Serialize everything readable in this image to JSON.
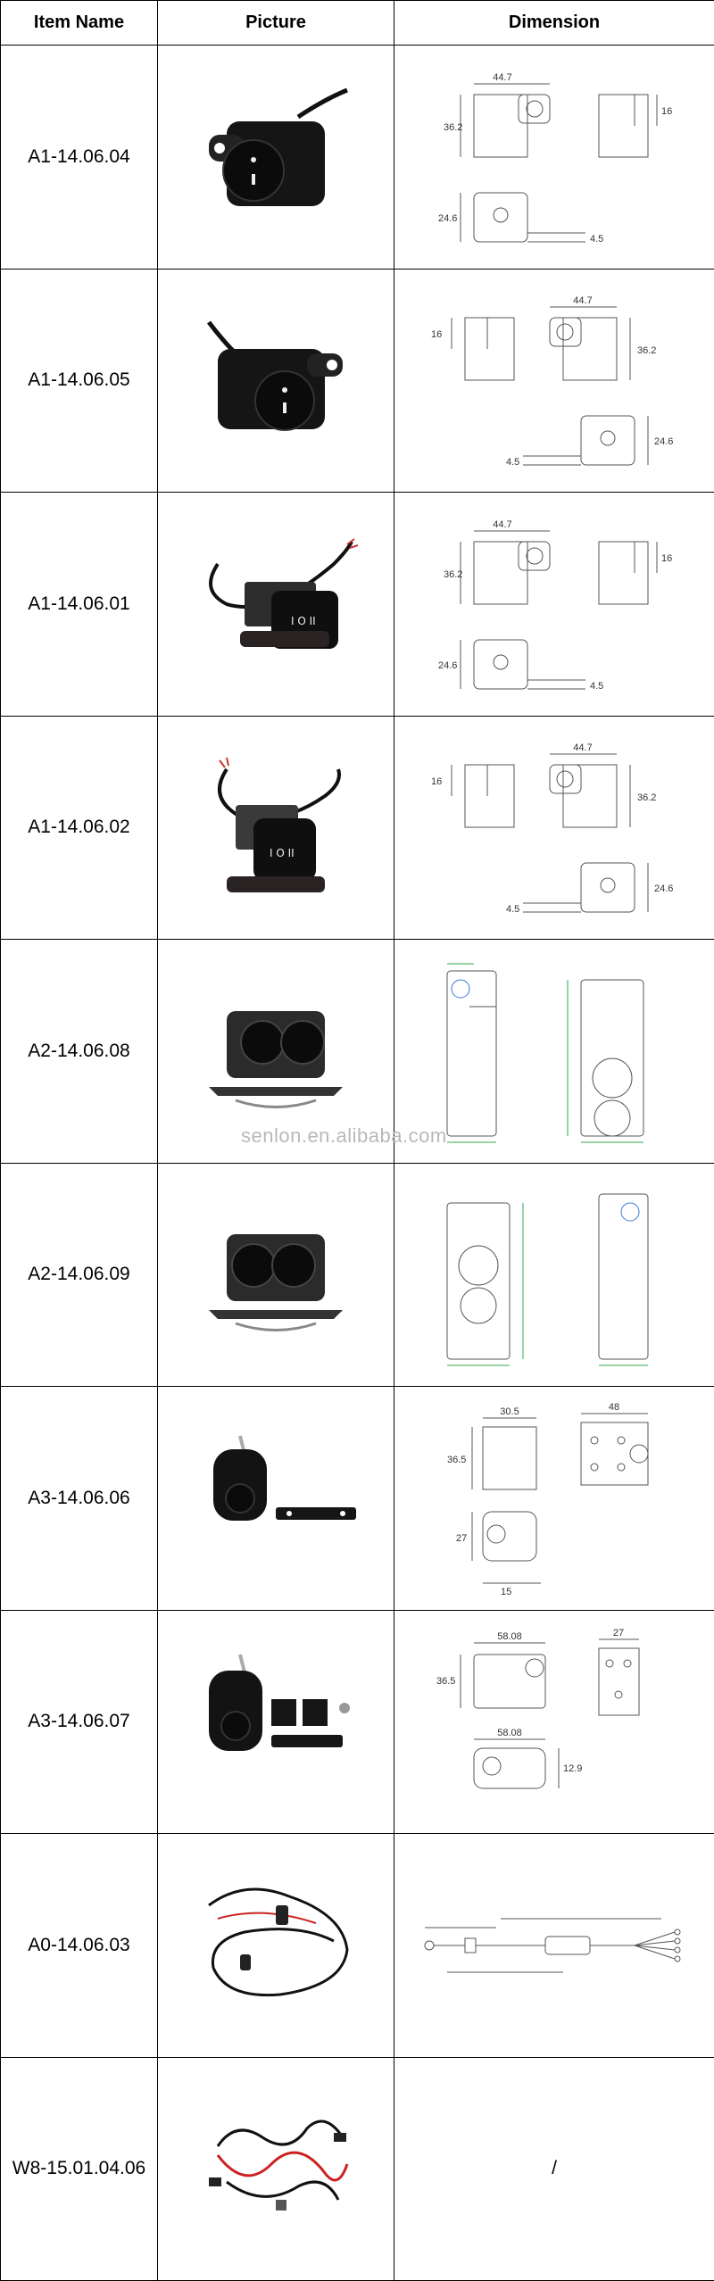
{
  "table": {
    "headers": {
      "item_name": "Item Name",
      "picture": "Picture",
      "dimension": "Dimension"
    },
    "rows": [
      {
        "item": "A1-14.06.04",
        "picture_icon": "single-rocker-switch-icon",
        "dims": {
          "w": "44.7",
          "h": "36.2",
          "d": "16",
          "base": "24.6",
          "tab": "4.5"
        }
      },
      {
        "item": "A1-14.06.05",
        "picture_icon": "single-rocker-switch-icon",
        "dims": {
          "w": "44.7",
          "h": "36.2",
          "d": "16",
          "base": "24.6",
          "tab": "4.5"
        }
      },
      {
        "item": "A1-14.06.01",
        "picture_icon": "three-position-switch-icon",
        "dims": {
          "w": "44.7",
          "h": "36.2",
          "d": "16",
          "base": "24.6",
          "tab": "4.5"
        }
      },
      {
        "item": "A1-14.06.02",
        "picture_icon": "three-position-switch-icon",
        "dims": {
          "w": "44.7",
          "h": "36.2",
          "d": "16",
          "base": "24.6",
          "tab": "4.5"
        }
      },
      {
        "item": "A2-14.06.08",
        "picture_icon": "dual-rocker-switch-icon"
      },
      {
        "item": "A2-14.06.09",
        "picture_icon": "dual-rocker-switch-icon"
      },
      {
        "item": "A3-14.06.06",
        "picture_icon": "handlebar-switch-kit-icon",
        "dims": {
          "w": "30.5",
          "w2": "48",
          "h": "36.5",
          "base": "27",
          "tab": "15"
        }
      },
      {
        "item": "A3-14.06.07",
        "picture_icon": "handlebar-switch-kit-icon",
        "dims": {
          "w": "58.08",
          "w2": "27",
          "h": "36.5",
          "w3": "58.08",
          "tab": "12.9"
        }
      },
      {
        "item": "A0-14.06.03",
        "picture_icon": "wiring-harness-icon"
      },
      {
        "item": "W8-15.01.04.06",
        "picture_icon": "wiring-harness-bundle-icon",
        "dimension_text": "/"
      }
    ]
  },
  "watermark": "senlon.en.alibaba.com"
}
